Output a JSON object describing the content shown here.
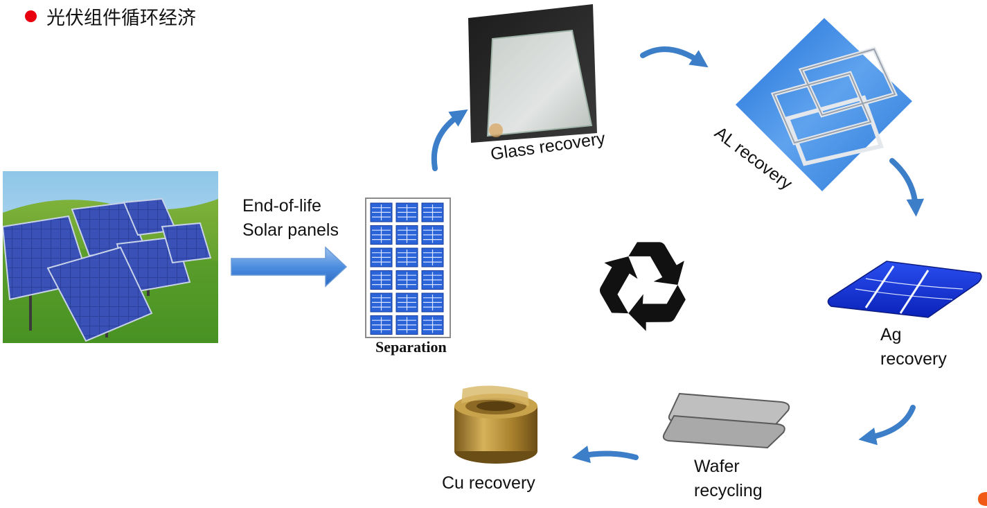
{
  "title": {
    "text": "光伏组件循环经济"
  },
  "nodes": {
    "end_of_life": {
      "line1": "End-of-life",
      "line2": "Solar panels"
    },
    "separation": "Separation",
    "glass": "Glass recovery",
    "aluminium": "AL recovery",
    "silver": {
      "line1": "Ag",
      "line2": "recovery"
    },
    "wafer": {
      "line1": "Wafer",
      "line2": "recycling"
    },
    "copper": "Cu recovery"
  },
  "colors": {
    "bullet": "#e8000f",
    "arrow": "#3c7ec8",
    "panel_cell": "#2b63d9",
    "recycle_symbol": "#111111"
  },
  "icons": [
    "solar-farm-photo",
    "solar-panel-grid",
    "glass-sheet",
    "aluminium-frame",
    "solar-cell",
    "silicon-wafer",
    "copper-coil",
    "recycle-icon"
  ]
}
